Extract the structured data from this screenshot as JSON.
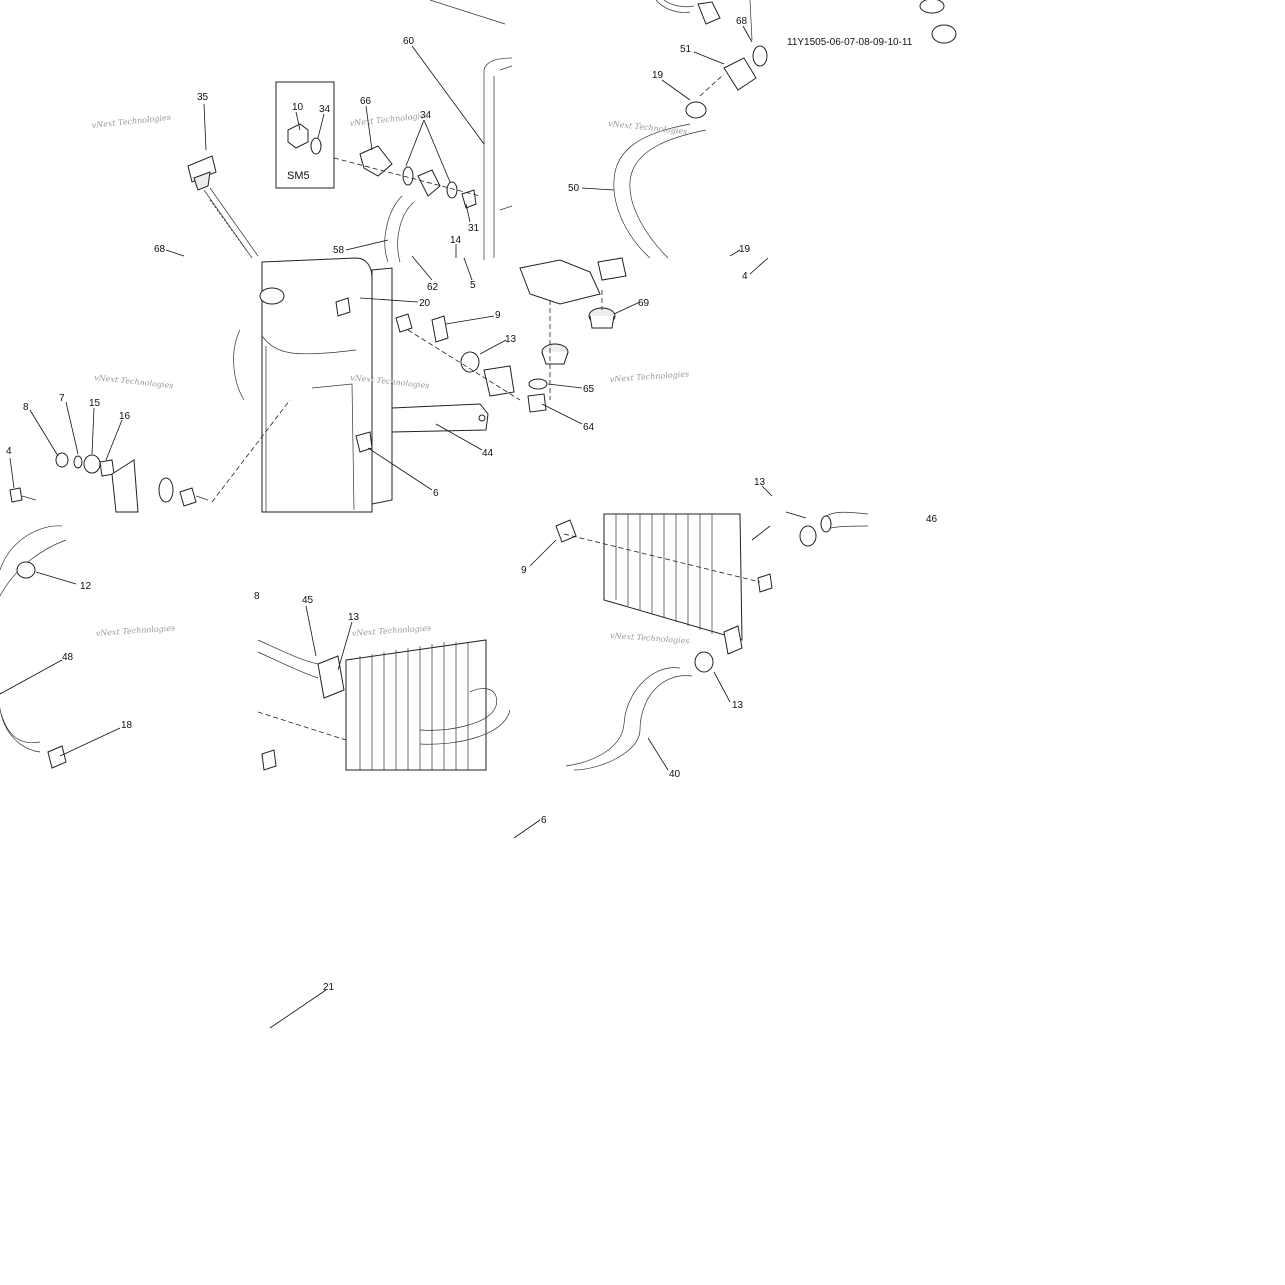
{
  "drawing": {
    "reference_number": "11Y1505-06-07-08-09-10-11",
    "inset_label": "SM5",
    "watermark": "vNext Technologies"
  },
  "callouts": [
    "60",
    "68",
    "51",
    "19",
    "35",
    "10",
    "34",
    "66",
    "34",
    "50",
    "31",
    "68",
    "58",
    "14",
    "62",
    "5",
    "19",
    "4",
    "20",
    "9",
    "13",
    "69",
    "65",
    "64",
    "8",
    "7",
    "15",
    "16",
    "4",
    "44",
    "6",
    "13",
    "46",
    "12",
    "9",
    "48",
    "45",
    "13",
    "13",
    "18",
    "6",
    "21",
    "8",
    "40"
  ]
}
